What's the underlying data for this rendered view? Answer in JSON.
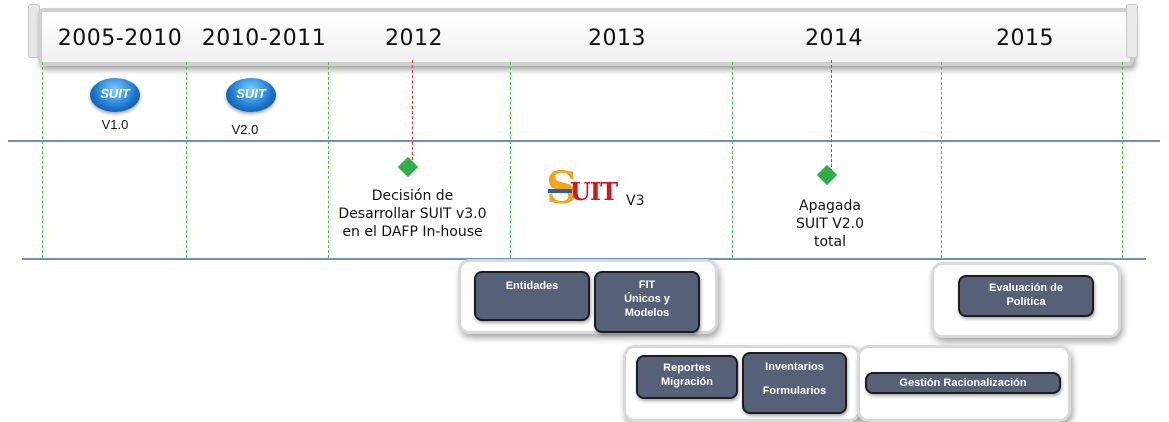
{
  "header": {
    "years": [
      "2005-2010",
      "2010-2011",
      "2012",
      "2013",
      "2014",
      "2015"
    ]
  },
  "logos": {
    "suit_text": "SUIT",
    "v1_label": "V1.0",
    "v2_label": "V2.0",
    "v3_label": "V3"
  },
  "milestones": {
    "decision": [
      "Decisión de",
      "Desarrollar SUIT v3.0",
      "en el DAFP In-house"
    ],
    "apagada": [
      "Apagada",
      "SUIT V2.0",
      "total"
    ]
  },
  "boxes": {
    "entidades": "Entidades",
    "fit": [
      "FIT",
      "Únicos y",
      "Modelos"
    ],
    "reportes": [
      "Reportes",
      "Migración"
    ],
    "inventarios": [
      "Inventarios",
      "Formularios"
    ],
    "evaluacion": [
      "Evaluación de",
      "Política"
    ],
    "gestion": "Gestión Racionalización"
  },
  "colors": {
    "guide_green": "#4bbf4b",
    "milestone_red": "#e53030",
    "rule_blue": "#6f8fbf",
    "diamond_green": "#2fae49",
    "box_slate": "#566178"
  }
}
